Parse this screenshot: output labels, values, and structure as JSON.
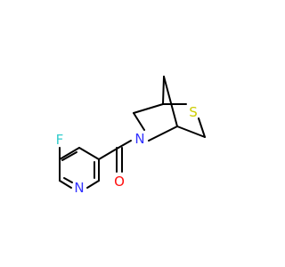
{
  "molecule": {
    "atoms": {
      "F": {
        "label": "F",
        "color": "#33CCCC"
      },
      "N_pyridine": {
        "label": "N",
        "color": "#3333FF"
      },
      "N_amide": {
        "label": "N",
        "color": "#3333FF"
      },
      "O": {
        "label": "O",
        "color": "#FF0D0D"
      },
      "S": {
        "label": "S",
        "color": "#CCCC00"
      }
    },
    "bond_color": "#000000"
  }
}
